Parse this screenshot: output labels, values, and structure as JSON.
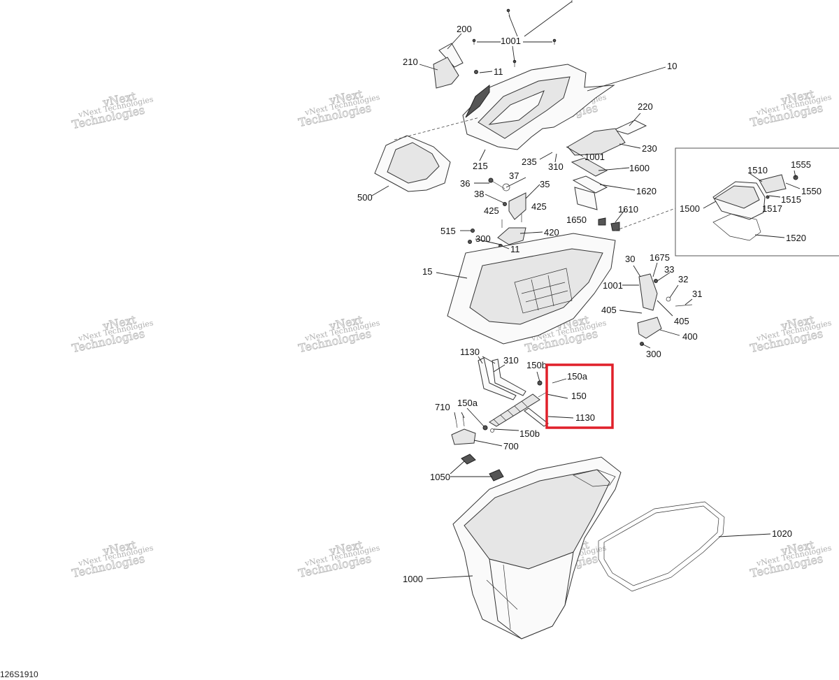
{
  "diagram": {
    "figure_code": "126S1910",
    "highlight_color": "#e0202a",
    "watermark": {
      "line1": "vNext",
      "line2": "Technologies",
      "full": "vNext Technologies"
    },
    "labels": {
      "l200": "200",
      "l1001a": "1001",
      "l210": "210",
      "l11a": "11",
      "l10": "10",
      "l220": "220",
      "l230": "230",
      "l1001b": "1001",
      "l215": "215",
      "l235": "235",
      "l310a": "310",
      "l500": "500",
      "l37": "37",
      "l36": "36",
      "l35": "35",
      "l38": "38",
      "l425a": "425",
      "l425b": "425",
      "l1600": "1600",
      "l1620": "1620",
      "l1650": "1650",
      "l1610": "1610",
      "l515": "515",
      "l420": "420",
      "l300a": "300",
      "l11b": "11",
      "l15": "15",
      "l1510": "1510",
      "l1555": "1555",
      "l1550": "1550",
      "l1515": "1515",
      "l1517": "1517",
      "l1500": "1500",
      "l1520": "1520",
      "l30": "30",
      "l1675": "1675",
      "l33": "33",
      "l1001c": "1001",
      "l32": "32",
      "l31": "31",
      "l405a": "405",
      "l405b": "405",
      "l400": "400",
      "l300b": "300",
      "l1130a": "1130",
      "l310b": "310",
      "l150ba": "150b",
      "l150aa": "150a",
      "l150": "150",
      "l1130b": "1130",
      "l710": "710",
      "l150ab": "150a",
      "l150bb": "150b",
      "l700": "700",
      "l1050": "1050",
      "l1020": "1020",
      "l1000": "1000"
    }
  }
}
